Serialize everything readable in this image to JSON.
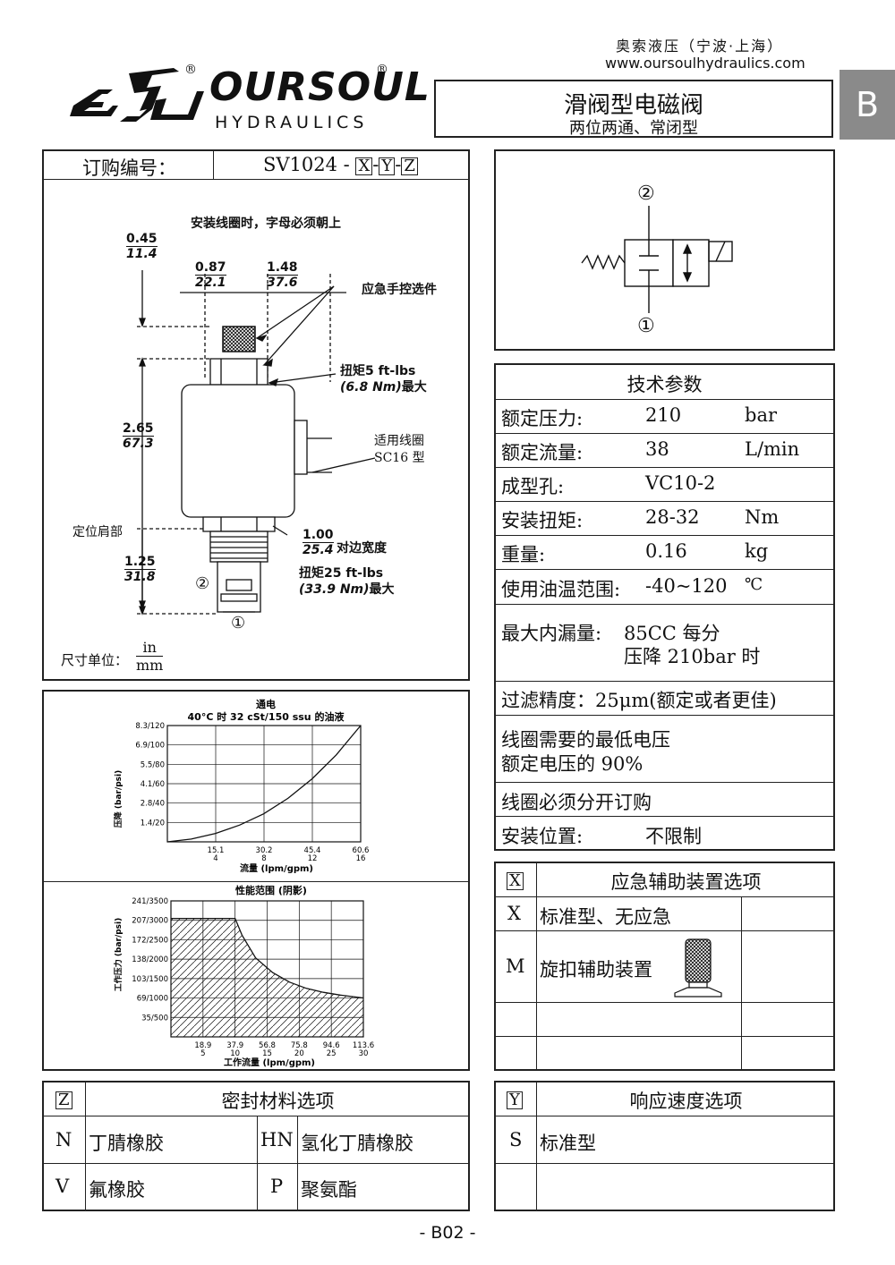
{
  "header": {
    "company_cn": "奥索液压（宁波·上海）",
    "website": "www.oursoulhydraulics.com",
    "logo_name": "OURSOUL",
    "logo_sub": "HYDRAULICS",
    "reg_mark": "®",
    "title": "滑阀型电磁阀",
    "subtitle": "两位两通、常闭型",
    "section_tab": "B"
  },
  "order": {
    "label": "订购编号：",
    "code_prefix": "SV1024 -",
    "x": "X",
    "dash1": "-",
    "y": "Y",
    "dash2": "-",
    "z": "Z"
  },
  "drawing": {
    "note": "安装线圈时，字母必须朝上",
    "d1_in": "0.45",
    "d1_mm": "11.4",
    "d2_in": "0.87",
    "d2_mm": "22.1",
    "d3_in": "1.48",
    "d3_mm": "37.6",
    "d4_in": "2.65",
    "d4_mm": "67.3",
    "d5_in": "1.25",
    "d5_mm": "31.8",
    "d6_in": "1.00",
    "d6_mm": "25.4",
    "manual_option": "应急手控选件",
    "torque1_line1": "扭矩5 ft-lbs",
    "torque1_line2_a": "(6.8 Nm)",
    "torque1_line2_b": "最大",
    "coil_line1": "适用线圈",
    "coil_line2": "SC16 型",
    "shoulder": "定位肩部",
    "hex_label": "对边宽度",
    "torque2_line1": "扭矩25 ft-lbs",
    "torque2_line2_a": "(33.9 Nm)",
    "torque2_line2_b": "最大",
    "port2": "②",
    "port1": "①",
    "unit_label": "尺寸单位：",
    "unit_in": "in",
    "unit_mm": "mm"
  },
  "symbol": {
    "port_top": "②",
    "port_bottom": "①"
  },
  "tech": {
    "title": "技术参数",
    "rows": [
      {
        "k": "额定压力:",
        "v": "210",
        "u": "bar"
      },
      {
        "k": "额定流量:",
        "v": "38",
        "u": "L/min"
      },
      {
        "k": "成型孔:",
        "v": "VC10-2",
        "u": ""
      },
      {
        "k": "安装扭矩:",
        "v": "28-32",
        "u": "Nm"
      },
      {
        "k": "重量:",
        "v": "0.16",
        "u": "kg"
      },
      {
        "k": "使用油温范围:",
        "v": "-40~120",
        "u": "℃"
      }
    ],
    "leak_k": "最大内漏量:",
    "leak_v1": "85CC 每分",
    "leak_v2": "压降 210bar 时",
    "filter": "过滤精度：25μm(额定或者更佳)",
    "min_volt1": "线圈需要的最低电压",
    "min_volt2": "额定电压的 90%",
    "coil_order": "线圈必须分开订购",
    "mount_k": "安装位置:",
    "mount_v": "不限制"
  },
  "chart_data": [
    {
      "type": "line",
      "title": "通电",
      "subtitle": "40°C 时 32 cSt/150 ssu 的油液",
      "xlabel": "流量 (lpm/gpm)",
      "ylabel": "压降 (bar/psi)",
      "x_ticks": [
        [
          "15.1",
          "4"
        ],
        [
          "30.2",
          "8"
        ],
        [
          "45.4",
          "12"
        ],
        [
          "60.6",
          "16"
        ]
      ],
      "y_ticks": [
        "1.4/20",
        "2.8/40",
        "4.1/60",
        "5.5/80",
        "6.9/100",
        "8.3/120"
      ],
      "xlim": [
        0,
        60.6
      ],
      "ylim": [
        0,
        8.3
      ],
      "grid": true,
      "series": [
        {
          "x": [
            0,
            7.5,
            15.1,
            22.7,
            30.2,
            37.8,
            45.4,
            52.9,
            60.6
          ],
          "y": [
            0,
            0.2,
            0.6,
            1.2,
            2.0,
            3.1,
            4.5,
            6.2,
            8.3
          ]
        }
      ]
    },
    {
      "type": "area",
      "title": "性能范围 (阴影)",
      "xlabel": "工作流量 (lpm/gpm)",
      "ylabel": "工作压力 (bar/psi)",
      "x_ticks": [
        [
          "18.9",
          "5"
        ],
        [
          "37.9",
          "10"
        ],
        [
          "56.8",
          "15"
        ],
        [
          "75.8",
          "20"
        ],
        [
          "94.6",
          "25"
        ],
        [
          "113.6",
          "30"
        ]
      ],
      "y_ticks": [
        "35/500",
        "69/1000",
        "103/1500",
        "138/2000",
        "172/2500",
        "207/3000",
        "241/3500"
      ],
      "xlim": [
        0,
        113.6
      ],
      "ylim": [
        0,
        241
      ],
      "grid": true,
      "series": [
        {
          "x": [
            0,
            37.9,
            42,
            50,
            60,
            70,
            80,
            90,
            100,
            113.6
          ],
          "y": [
            210,
            210,
            180,
            140,
            114,
            97,
            86,
            79,
            74,
            69
          ]
        }
      ]
    }
  ],
  "option_x": {
    "key": "X",
    "title": "应急辅助装置选项",
    "rows": [
      {
        "code": "X",
        "desc": "标准型、无应急"
      },
      {
        "code": "M",
        "desc": "旋扣辅助装置"
      }
    ]
  },
  "option_z": {
    "key": "Z",
    "title": "密封材料选项",
    "rows": [
      {
        "c1": "N",
        "d1": "丁腈橡胶",
        "c2": "HN",
        "d2": "氢化丁腈橡胶"
      },
      {
        "c1": "V",
        "d1": "氟橡胶",
        "c2": "P",
        "d2": "聚氨酯"
      }
    ]
  },
  "option_y": {
    "key": "Y",
    "title": "响应速度选项",
    "rows": [
      {
        "code": "S",
        "desc": "标准型"
      }
    ]
  },
  "footer": {
    "page": "- B02 -"
  }
}
